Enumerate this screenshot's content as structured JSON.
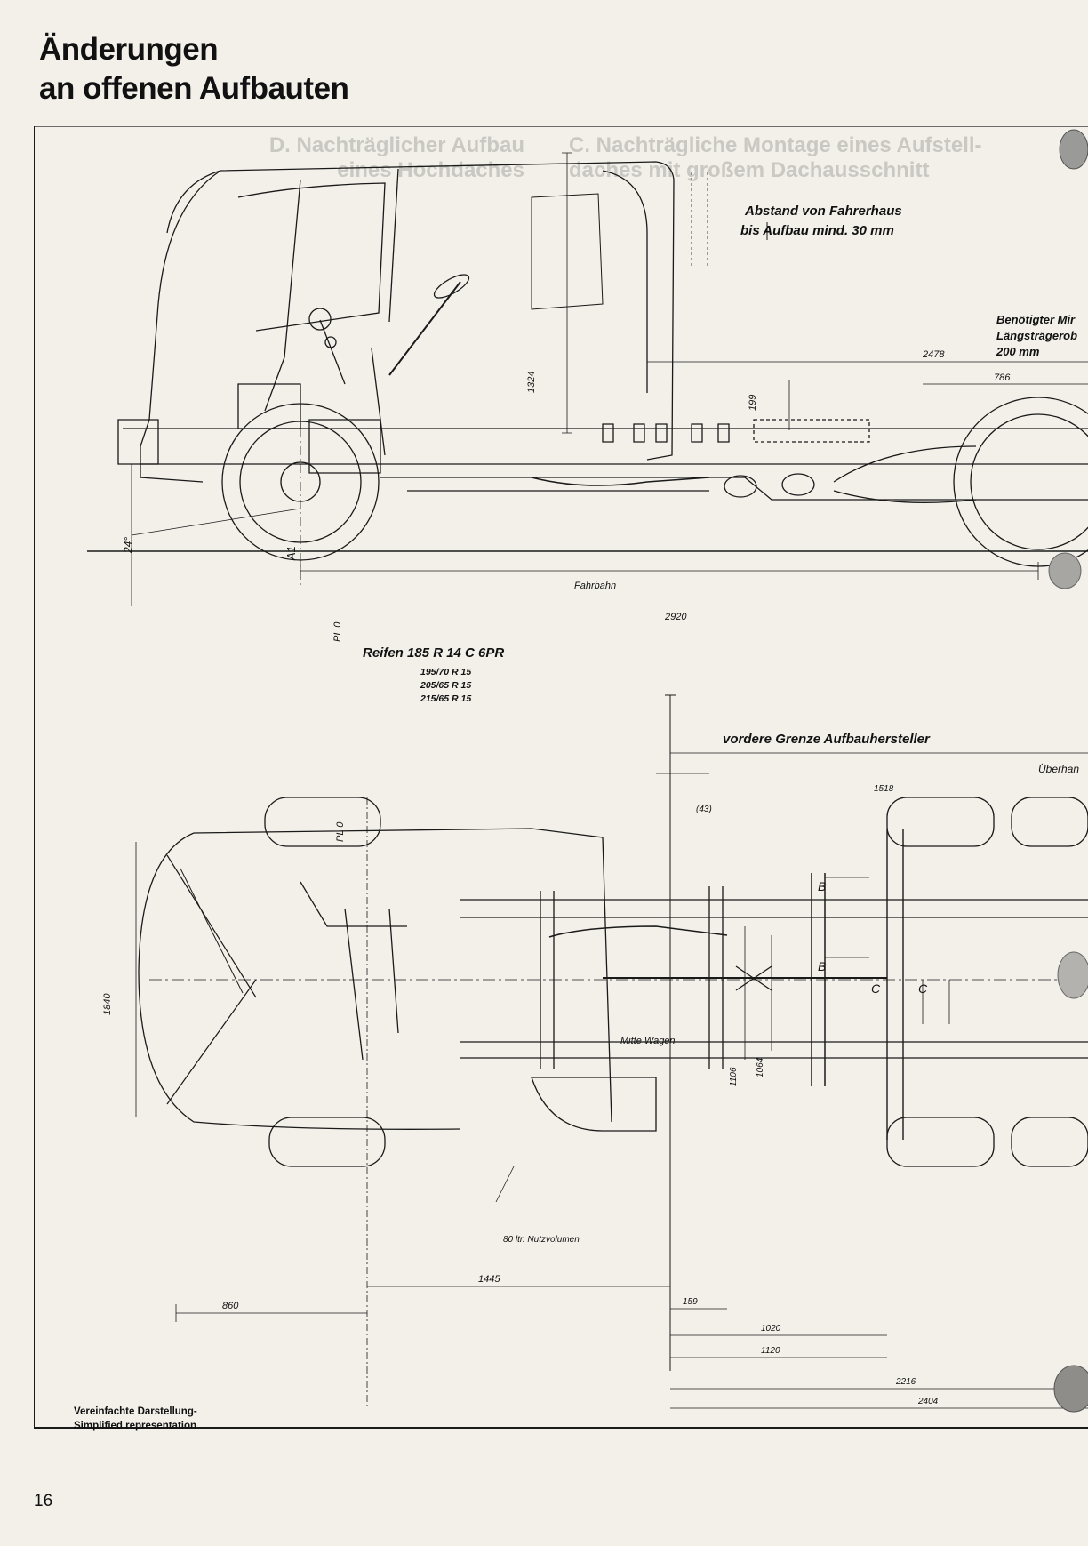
{
  "page": {
    "title_line1": "Änderungen",
    "title_line2": "an offenen Aufbauten",
    "page_number": "16",
    "caption_line1": "Vereinfachte Darstellung-",
    "caption_line2": "Simplified representation"
  },
  "showthrough": {
    "heading_d": "D. Nachträglicher Aufbau",
    "heading_d2": "eines Hochdaches",
    "heading_c": "C. Nachträgliche Montage eines Aufstell-",
    "heading_c2": "daches mit großem Dachausschnitt"
  },
  "side_view": {
    "note_cab_gap_line1": "Abstand von Fahrerhaus",
    "note_cab_gap_line2": "bis Aufbau mind. 30 mm",
    "note_frame_line1": "Benötigter Mir",
    "note_frame_line2": "Längsträgerob",
    "note_frame_line3": "200 mm",
    "dim_cab_height": "1324",
    "dim_frame_height": "199",
    "dim_2478": "2478",
    "dim_786": "786",
    "dim_2920": "2920",
    "angle": "24°",
    "label_a1": "A1",
    "label_pl0": "PL 0",
    "road_label": "Fahrbahn",
    "tyre_main": "Reifen   185 R 14 C  6PR",
    "tyre_alt1": "195/70  R 15",
    "tyre_alt2": "205/65  R 15",
    "tyre_alt3": "215/65  R 15"
  },
  "plan_view": {
    "boundary_label": "vordere  Grenze  Aufbauhersteller",
    "overhang_label": "Überhan",
    "label_pl0": "PL 0",
    "dim_1518": "1518",
    "dim_43": "(43)",
    "label_b_top": "B",
    "label_b_bottom": "B",
    "label_c_left": "C",
    "label_c_right": "C",
    "dim_1840": "1840",
    "centre_label": "Mitte Wagen",
    "dim_1106": "1106",
    "dim_1064": "1064",
    "tank_label": "80 ltr. Nutzvolumen",
    "dim_1445": "1445",
    "dim_860": "860",
    "dim_159": "159",
    "dim_1020": "1020",
    "dim_1120": "1120",
    "dim_2216": "2216",
    "dim_2404": "2404"
  }
}
